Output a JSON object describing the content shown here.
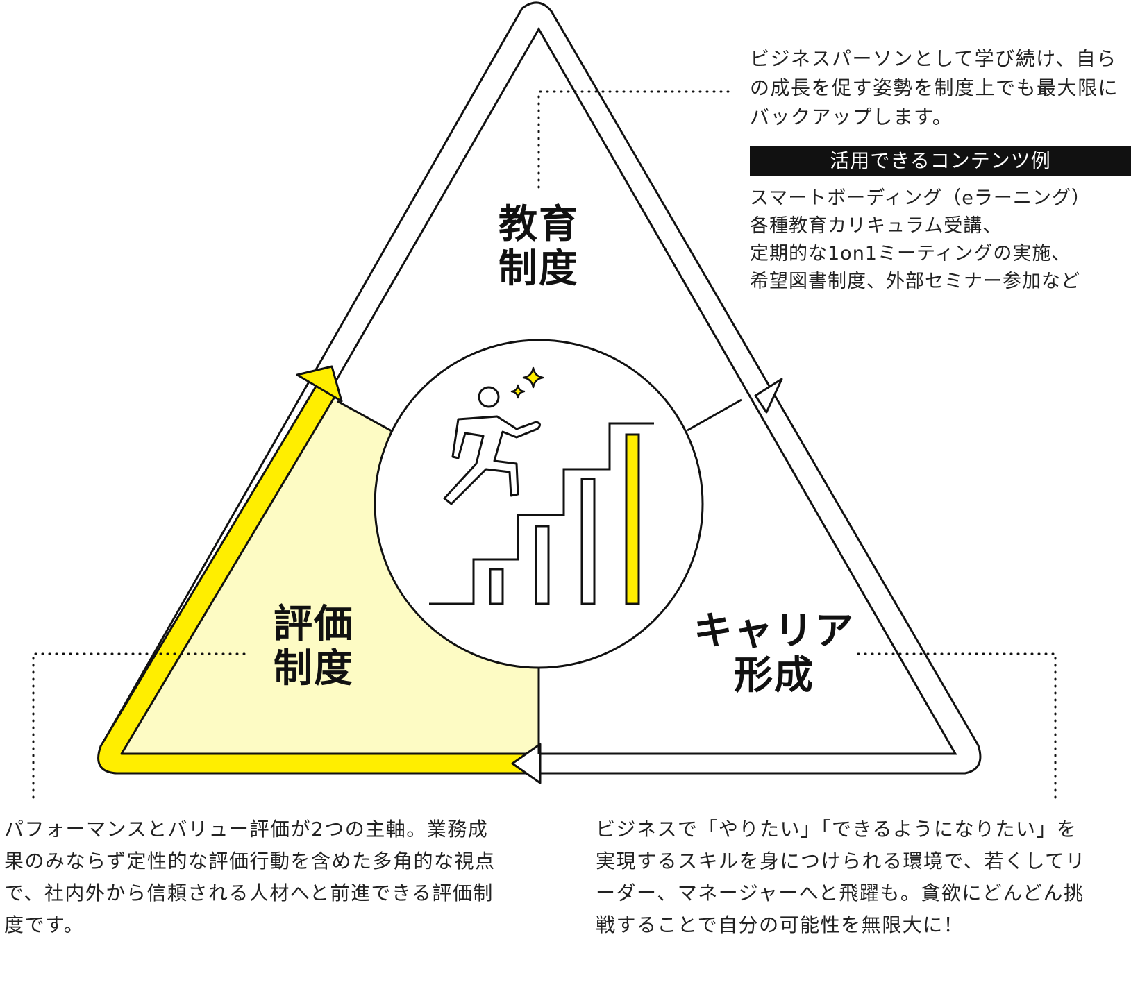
{
  "zones": {
    "education": {
      "line1": "教育",
      "line2": "制度"
    },
    "evaluation": {
      "line1": "評価",
      "line2": "制度"
    },
    "career": {
      "line1": "キャリア",
      "line2": "形成"
    }
  },
  "education_panel": {
    "description": "ビジネスパーソンとして学び続け、自らの成長を促す姿勢を制度上でも最大限にバックアップします。",
    "content_header": "活用できるコンテンツ例",
    "content_items": [
      "スマートボーディング（eラーニング）",
      "各種教育カリキュラム受講、",
      "定期的な1on1ミーティングの実施、",
      "希望図書制度、外部セミナー参加など"
    ]
  },
  "evaluation_panel": {
    "description": "パフォーマンスとバリュー評価が2つの主軸。業務成果のみならず定性的な評価行動を含めた多角的な視点で、社内外から信頼される人材へと前進できる評価制度です。"
  },
  "career_panel": {
    "description": "ビジネスで「やりたい」「できるようになりたい」を実現するスキルを身につけられる環境で、若くしてリーダー、マネージャーへと飛躍も。貪欲にどんどん挑戦することで自分の可能性を無限大に！"
  },
  "colors": {
    "accent": "#FFEE00",
    "highlight_fill": "#FDFBC4",
    "stroke": "#111111"
  }
}
